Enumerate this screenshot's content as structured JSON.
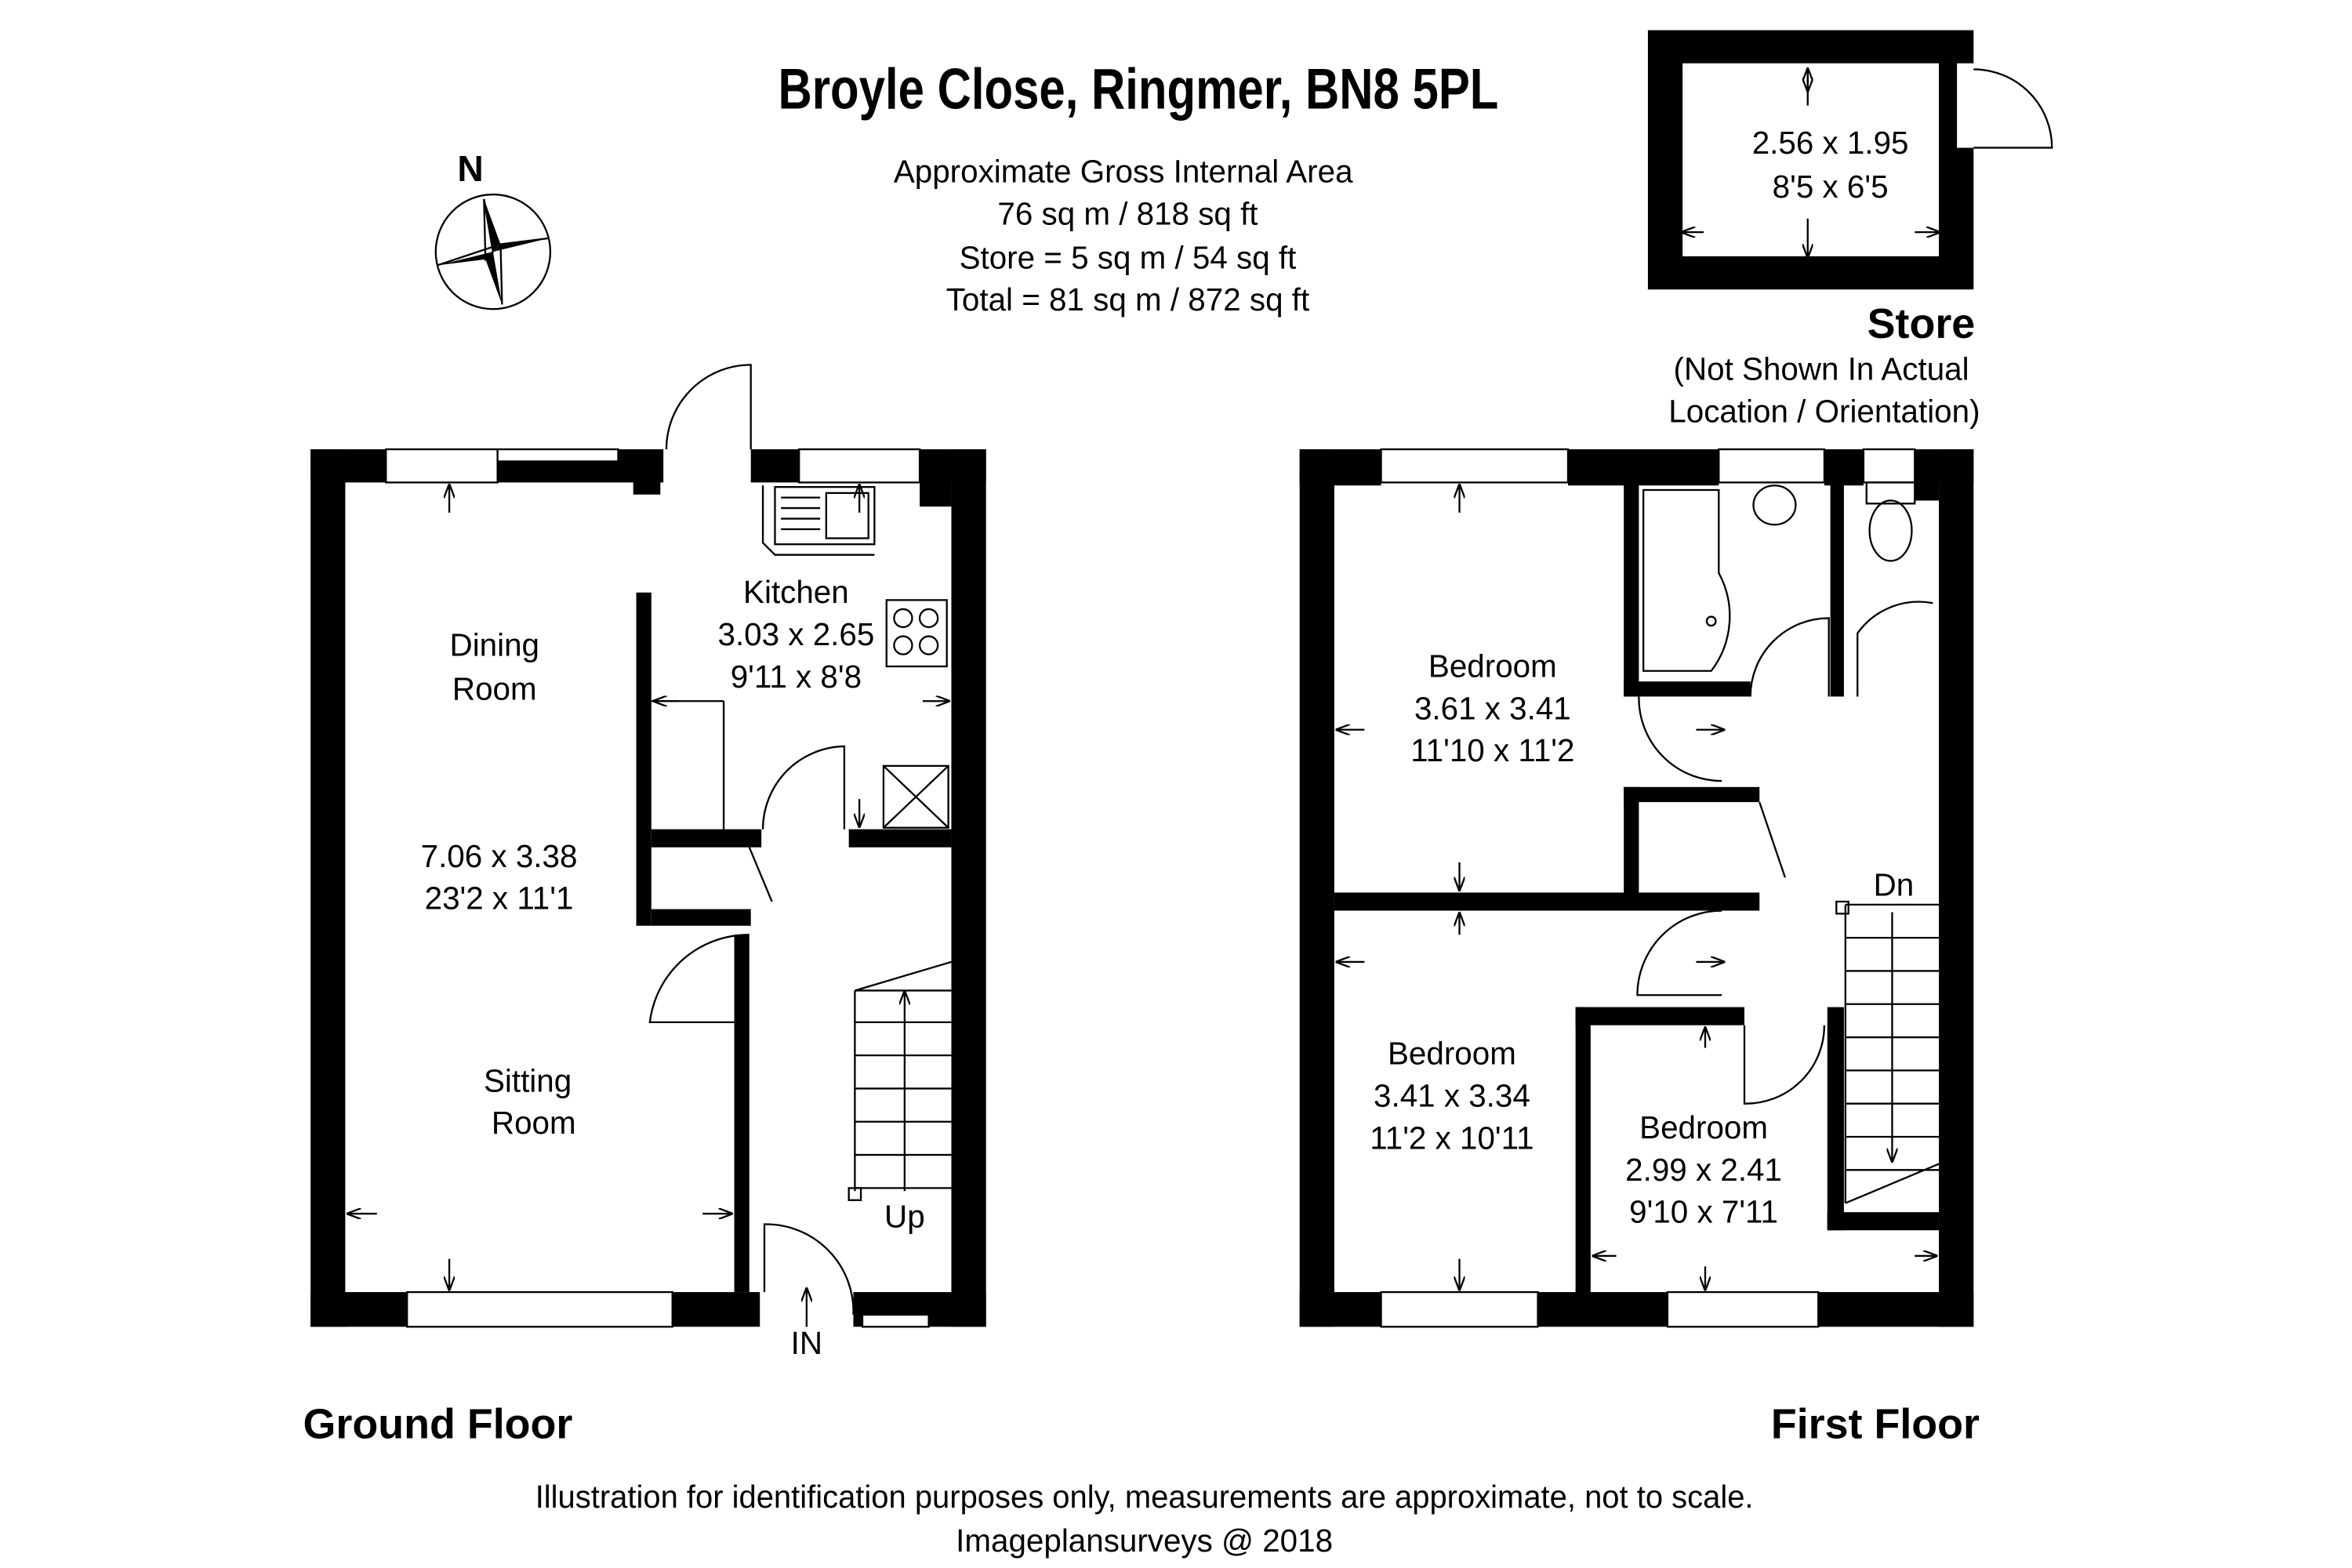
{
  "header": {
    "title": "Broyle Close, Ringmer, BN8 5PL",
    "area_lines": [
      "Approximate Gross Internal Area",
      "76 sq m / 818 sq ft",
      "Store = 5 sq m / 54 sq ft",
      "Total = 81 sq m / 872 sq ft"
    ]
  },
  "compass": {
    "label": "N",
    "icon": "compass-rose-icon"
  },
  "store": {
    "dims_m": "2.56 x 1.95",
    "dims_ft": "8'5 x 6'5",
    "label": "Store",
    "note_lines": [
      "(Not Shown In Actual",
      "Location / Orientation)"
    ]
  },
  "ground_floor": {
    "label": "Ground Floor",
    "rooms": [
      {
        "name": "Kitchen",
        "dims_m": "3.03 x 2.65",
        "dims_ft": "9'11 x 8'8"
      },
      {
        "name_lines": [
          "Dining",
          "Room"
        ]
      },
      {
        "dims_m": "7.06 x 3.38",
        "dims_ft": "23'2 x 11'1"
      },
      {
        "name_lines": [
          "Sitting",
          "Room"
        ]
      }
    ],
    "stairs_label": "Up",
    "entrance_label": "IN"
  },
  "first_floor": {
    "label": "First Floor",
    "rooms": [
      {
        "name": "Bedroom",
        "dims_m": "3.61 x 3.41",
        "dims_ft": "11'10 x 11'2"
      },
      {
        "name": "Bedroom",
        "dims_m": "3.41 x 3.34",
        "dims_ft": "11'2 x 10'11"
      },
      {
        "name": "Bedroom",
        "dims_m": "2.99 x 2.41",
        "dims_ft": "9'10 x 7'11"
      }
    ],
    "stairs_label": "Dn"
  },
  "footer": {
    "disclaimer": "Illustration for identification purposes only, measurements are approximate, not to scale.",
    "credit": "Imageplansurveys @ 2018"
  }
}
